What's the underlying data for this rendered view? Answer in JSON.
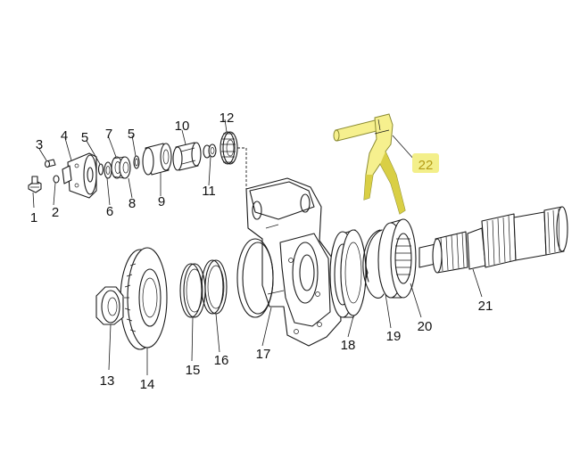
{
  "colors": {
    "line": "#1a1a1a",
    "highlight_fill": "#f6f08e",
    "highlight_shade": "#d9cf45",
    "callout_highlight": "#f3ef8a",
    "callout_text": "#b39b16"
  },
  "callouts": [
    {
      "id": "1",
      "label": "1"
    },
    {
      "id": "2",
      "label": "2"
    },
    {
      "id": "3",
      "label": "3"
    },
    {
      "id": "4",
      "label": "4"
    },
    {
      "id": "5a",
      "label": "5"
    },
    {
      "id": "6",
      "label": "6"
    },
    {
      "id": "7",
      "label": "7"
    },
    {
      "id": "8",
      "label": "8"
    },
    {
      "id": "5b",
      "label": "5"
    },
    {
      "id": "9",
      "label": "9"
    },
    {
      "id": "10",
      "label": "10"
    },
    {
      "id": "11",
      "label": "11"
    },
    {
      "id": "12",
      "label": "12"
    },
    {
      "id": "13",
      "label": "13"
    },
    {
      "id": "14",
      "label": "14"
    },
    {
      "id": "15",
      "label": "15"
    },
    {
      "id": "16",
      "label": "16"
    },
    {
      "id": "17",
      "label": "17"
    },
    {
      "id": "18",
      "label": "18"
    },
    {
      "id": "19",
      "label": "19"
    },
    {
      "id": "20",
      "label": "20"
    },
    {
      "id": "21",
      "label": "21"
    },
    {
      "id": "22",
      "label": "22",
      "highlighted": true
    }
  ]
}
